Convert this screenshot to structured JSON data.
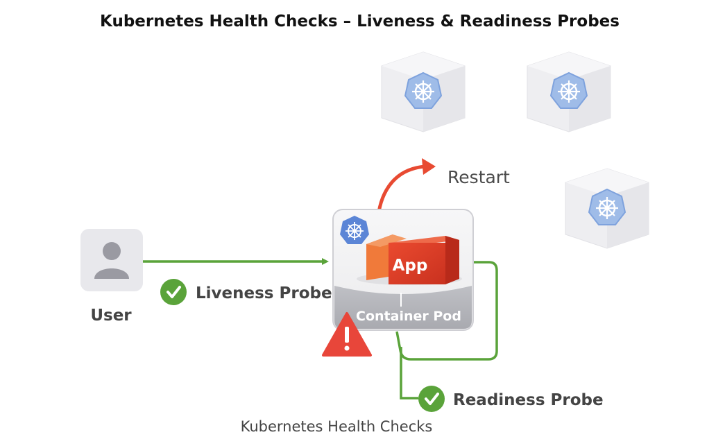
{
  "title": "Kubernetes Health Checks – Liveness & Readiness Probes",
  "labels": {
    "restart": "Restart",
    "user": "User",
    "liveness": "Liveness Probe",
    "readiness": "Readiness Probe",
    "app": "App",
    "container_pod": "Container Pod",
    "caption": "Kubernetes Health Checks"
  },
  "icons": {
    "user": "user-icon",
    "kubernetes": "kubernetes-helm-icon",
    "check": "check-circle-icon",
    "warning": "warning-icon"
  },
  "colors": {
    "green": "#5aa33a",
    "red_arrow": "#e84a32",
    "app_red": "#d93a26",
    "app_orange": "#f07a3a",
    "k8s_blue": "#5b85d6",
    "warning_red": "#e8463a"
  }
}
